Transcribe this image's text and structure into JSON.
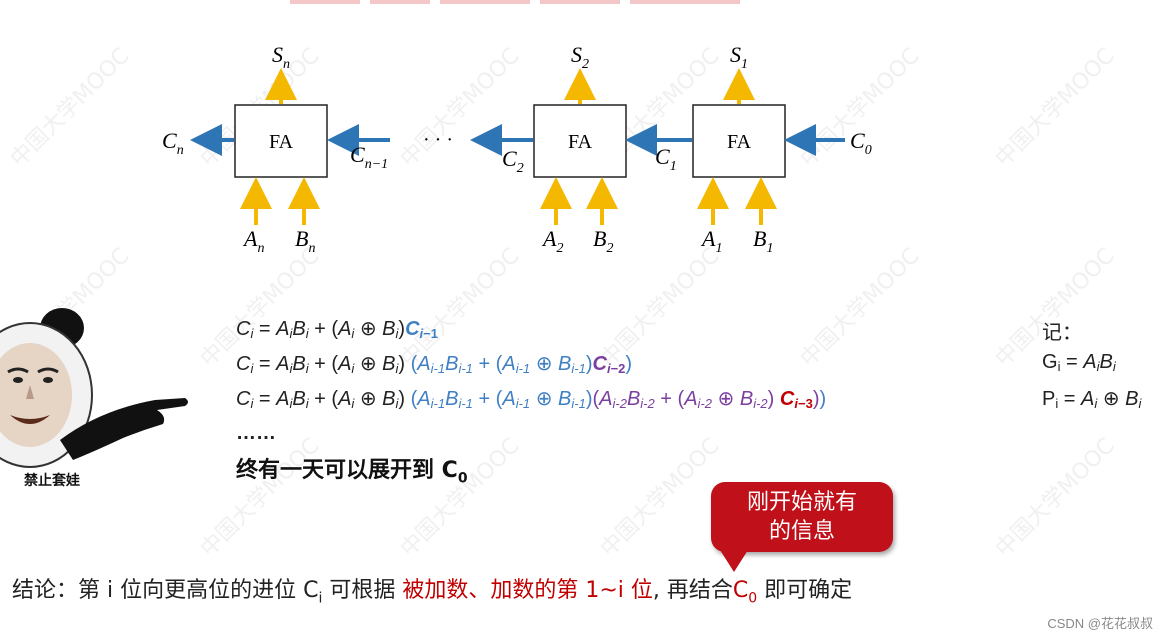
{
  "diagram": {
    "fa_label": "FA",
    "sum_labels": [
      {
        "main": "S",
        "sub": "n"
      },
      {
        "main": "S",
        "sub": "2"
      },
      {
        "main": "S",
        "sub": "1"
      }
    ],
    "carry_labels": [
      {
        "main": "C",
        "sub": "n"
      },
      {
        "main": "C",
        "sub": "n−1"
      },
      {
        "main": "C",
        "sub": "2"
      },
      {
        "main": "C",
        "sub": "1"
      },
      {
        "main": "C",
        "sub": "0"
      }
    ],
    "input_labels": [
      {
        "main": "A",
        "sub": "n"
      },
      {
        "main": "B",
        "sub": "n"
      },
      {
        "main": "A",
        "sub": "2"
      },
      {
        "main": "B",
        "sub": "2"
      },
      {
        "main": "A",
        "sub": "1"
      },
      {
        "main": "B",
        "sub": "1"
      }
    ],
    "ellipsis": "· · ·",
    "colors": {
      "carry_arrow": "#2e75b6",
      "input_arrow": "#f5b800"
    }
  },
  "meme": {
    "caption": "禁止套娃"
  },
  "formulas": {
    "line1": "Ci = AiBi + (Ai ⊕ Bi)Ci−1",
    "line2": "Ci = AiBi + (Ai ⊕ Bi) (Ai-1Bi-1 + (Ai-1 ⊕ Bi-1)Ci−2)",
    "line3": "Ci = AiBi + (Ai ⊕ Bi) (Ai-1Bi-1 + (Ai-1 ⊕ Bi-1)(Ai-2Bi-2 + (Ai-2 ⊕ Bi-2) Ci−3))",
    "dots": "……",
    "final_text": "终有一天可以展开到 C",
    "final_sub": "0"
  },
  "note": {
    "title": "记：",
    "g_def": "Gi = AiBi",
    "p_def": "Pi = Ai ⊕ Bi"
  },
  "callout": {
    "line1": "刚开始就有",
    "line2": "的信息",
    "color": "#c0101a"
  },
  "conclusion": {
    "prefix": "结论：第 i 位向更高位的进位 C",
    "prefix_sub": "i",
    "middle": "可根据 ",
    "highlight": "被加数、加数的第 1~i 位",
    "after": ", 再结合",
    "c0": "C",
    "c0_sub": "0",
    "suffix": " 即可确定",
    "highlight_color": "#c00000"
  },
  "credit": "CSDN @花花叔叔",
  "watermark": "中国大学MOOC"
}
